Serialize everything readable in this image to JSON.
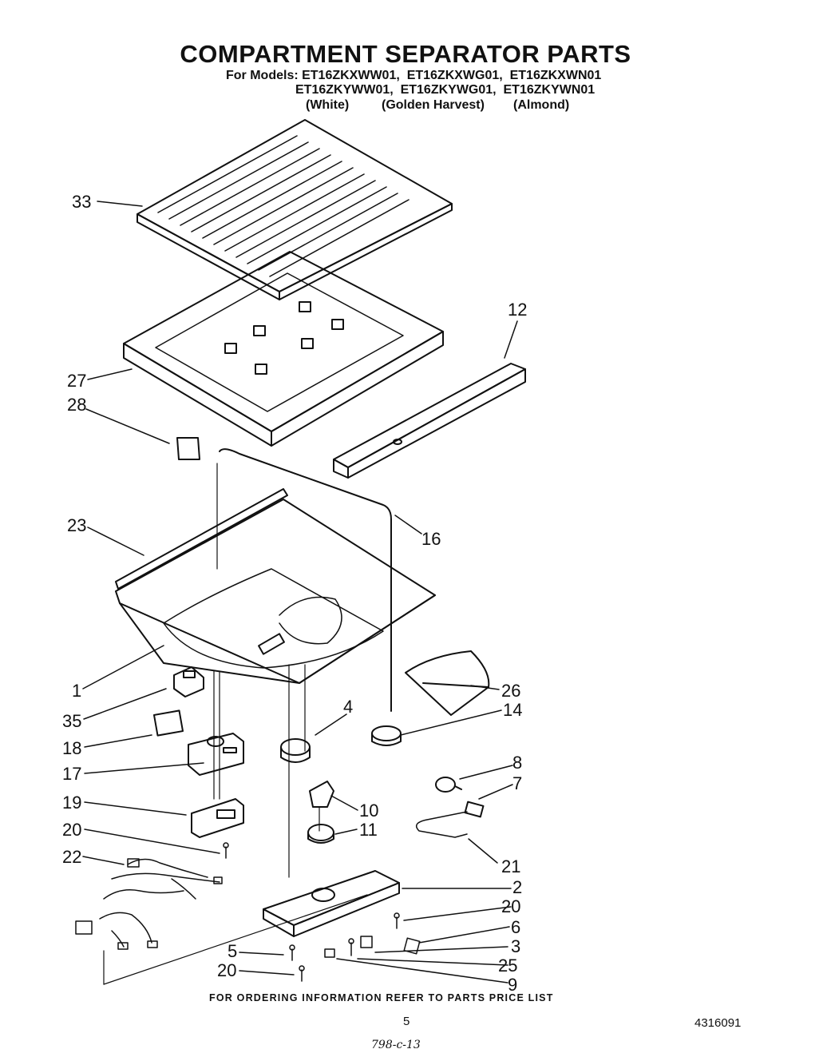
{
  "header": {
    "title": "COMPARTMENT SEPARATOR PARTS",
    "models_line1": "For Models: ET16ZKXWW01,  ET16ZKXWG01,  ET16ZKXWN01",
    "models_line2": "ET16ZKYWW01,  ET16ZKYWG01,  ET16ZKYWN01",
    "color_white": "(White)",
    "color_golden": "(Golden Harvest)",
    "color_almond": "(Almond)"
  },
  "callouts": {
    "p33": "33",
    "p12": "12",
    "p27": "27",
    "p28": "28",
    "p23": "23",
    "p16": "16",
    "p1": "1",
    "p26": "26",
    "p35": "35",
    "p14": "14",
    "p4": "4",
    "p18": "18",
    "p17": "17",
    "p8": "8",
    "p7": "7",
    "p19": "19",
    "p10": "10",
    "p20a": "20",
    "p11": "11",
    "p22": "22",
    "p21": "21",
    "p2": "2",
    "p20b": "20",
    "p6": "6",
    "p5": "5",
    "p3": "3",
    "p20c": "20",
    "p25": "25",
    "p9": "9"
  },
  "footer": {
    "ordering_info": "FOR ORDERING INFORMATION REFER TO PARTS PRICE LIST",
    "page_number": "5",
    "doc_number": "4316091",
    "handwritten": "798-c-13"
  }
}
